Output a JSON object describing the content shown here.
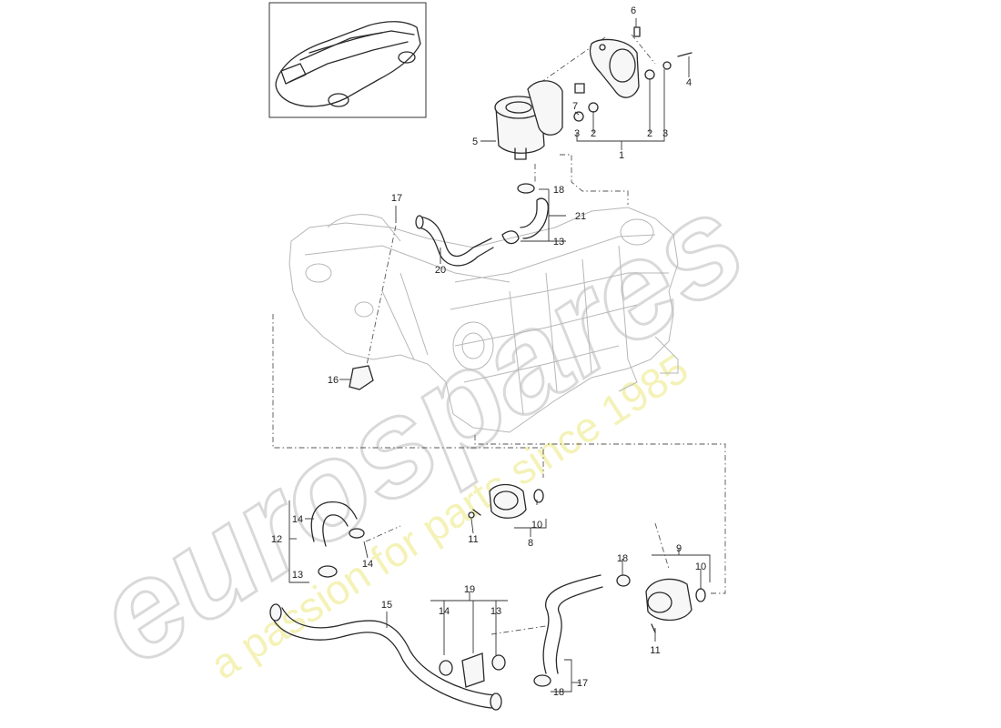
{
  "watermark": {
    "logo_text": "eurospares",
    "tagline": "a passion for parts since 1985"
  },
  "callouts": [
    {
      "id": "c6",
      "text": "6"
    },
    {
      "id": "c4",
      "text": "4"
    },
    {
      "id": "c7",
      "text": "7"
    },
    {
      "id": "c3a",
      "text": "3"
    },
    {
      "id": "c2a",
      "text": "2"
    },
    {
      "id": "c2b",
      "text": "2"
    },
    {
      "id": "c3b",
      "text": "3"
    },
    {
      "id": "c1",
      "text": "1"
    },
    {
      "id": "c5",
      "text": "5"
    },
    {
      "id": "c17a",
      "text": "17"
    },
    {
      "id": "c18a",
      "text": "18"
    },
    {
      "id": "c21",
      "text": "21"
    },
    {
      "id": "c13a",
      "text": "13"
    },
    {
      "id": "c20",
      "text": "20"
    },
    {
      "id": "c16",
      "text": "16"
    },
    {
      "id": "c14a",
      "text": "14"
    },
    {
      "id": "c12",
      "text": "12"
    },
    {
      "id": "c13b",
      "text": "13"
    },
    {
      "id": "c14b",
      "text": "14"
    },
    {
      "id": "c11a",
      "text": "11"
    },
    {
      "id": "c10a",
      "text": "10"
    },
    {
      "id": "c8",
      "text": "8"
    },
    {
      "id": "c9",
      "text": "9"
    },
    {
      "id": "c18b",
      "text": "18"
    },
    {
      "id": "c10b",
      "text": "10"
    },
    {
      "id": "c15",
      "text": "15"
    },
    {
      "id": "c19",
      "text": "19"
    },
    {
      "id": "c14c",
      "text": "14"
    },
    {
      "id": "c13c",
      "text": "13"
    },
    {
      "id": "c11b",
      "text": "11"
    },
    {
      "id": "c17b",
      "text": "17"
    },
    {
      "id": "c18c",
      "text": "18"
    }
  ]
}
